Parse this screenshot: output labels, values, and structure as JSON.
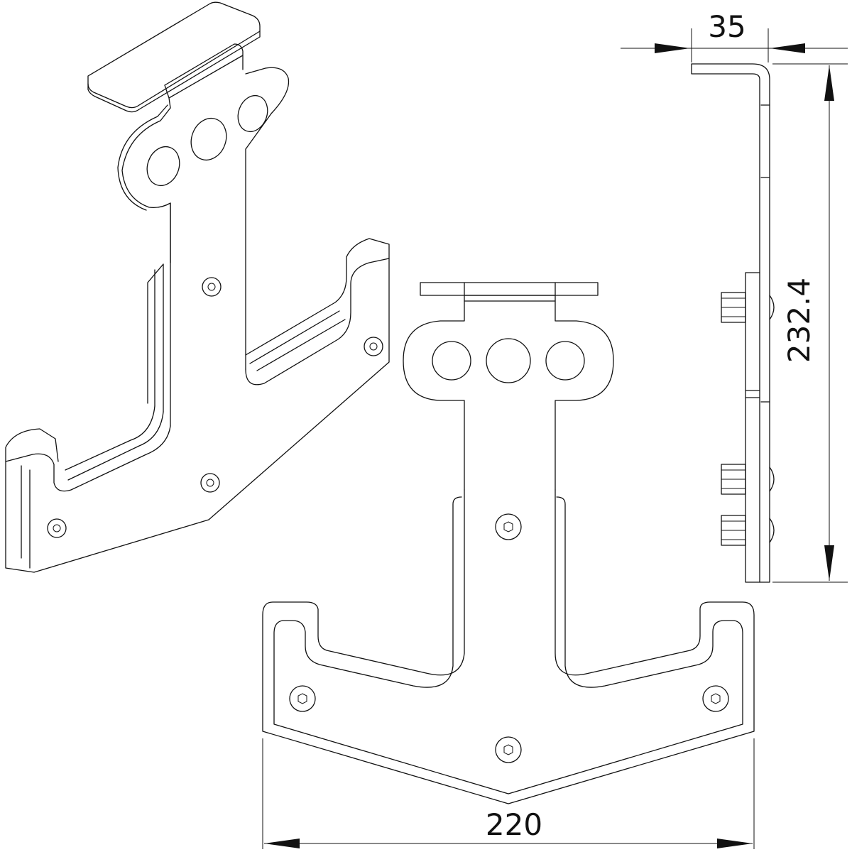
{
  "dimensions": {
    "width": "220",
    "flange": "35",
    "height": "232.4"
  },
  "colors": {
    "background": "#ffffff",
    "line": "#111111"
  }
}
